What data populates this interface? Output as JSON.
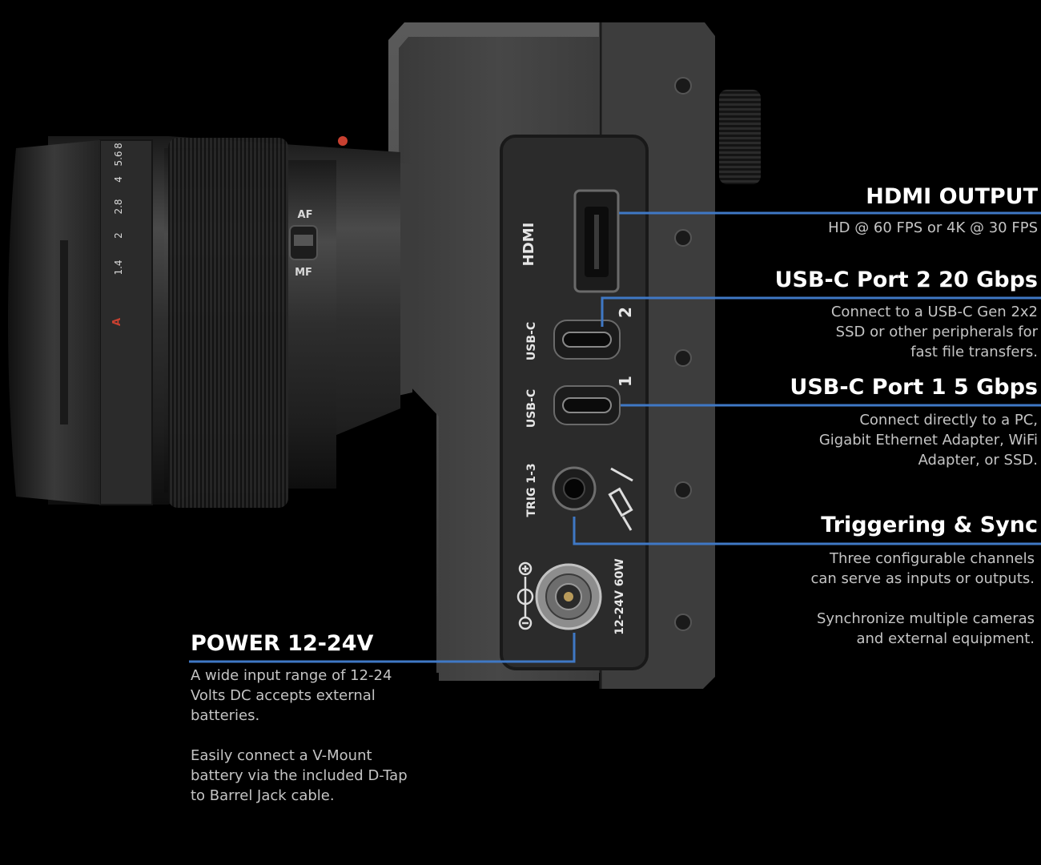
{
  "accent_color": "#3f78c5",
  "product": {
    "lens": {
      "aperture_scale": [
        "8",
        "5.6",
        "4",
        "2.8",
        "2",
        "1.4"
      ],
      "aperture_mark": "A",
      "switch_top": "AF",
      "switch_bottom": "MF"
    },
    "body_labels": {
      "hdmi_logo": "HDMI",
      "usb_c_port_2": "USB-C",
      "usb_c_port_1": "USB-C",
      "port_2_number": "2",
      "port_1_number": "1",
      "trigger": "TRIG 1-3",
      "power_rating": "12-24V  60W"
    }
  },
  "callouts": {
    "hdmi": {
      "title": "HDMI OUTPUT",
      "lines": [
        "HD @ 60 FPS or 4K @ 30 FPS"
      ]
    },
    "usb_c_port_2": {
      "title": "USB-C Port 2  20 Gbps",
      "lines": [
        "Connect to a USB-C Gen 2x2",
        "SSD or other peripherals for",
        "fast file transfers."
      ]
    },
    "usb_c_port_1": {
      "title": "USB-C Port 1 5 Gbps",
      "lines": [
        "Connect directly to a PC,",
        "Gigabit Ethernet Adapter, WiFi",
        "Adapter, or SSD."
      ]
    },
    "triggering": {
      "title": "Triggering & Sync",
      "lines": [
        "Three configurable channels",
        "can serve as inputs or outputs."
      ],
      "lines_2": [
        "Synchronize multiple cameras",
        "and external equipment."
      ]
    },
    "power": {
      "title": "POWER 12-24V",
      "lines": [
        "A wide input range of 12-24",
        "Volts DC accepts external",
        "batteries."
      ],
      "lines_2": [
        "Easily connect a V-Mount",
        "battery via the included D-Tap",
        "to Barrel Jack cable."
      ]
    }
  }
}
